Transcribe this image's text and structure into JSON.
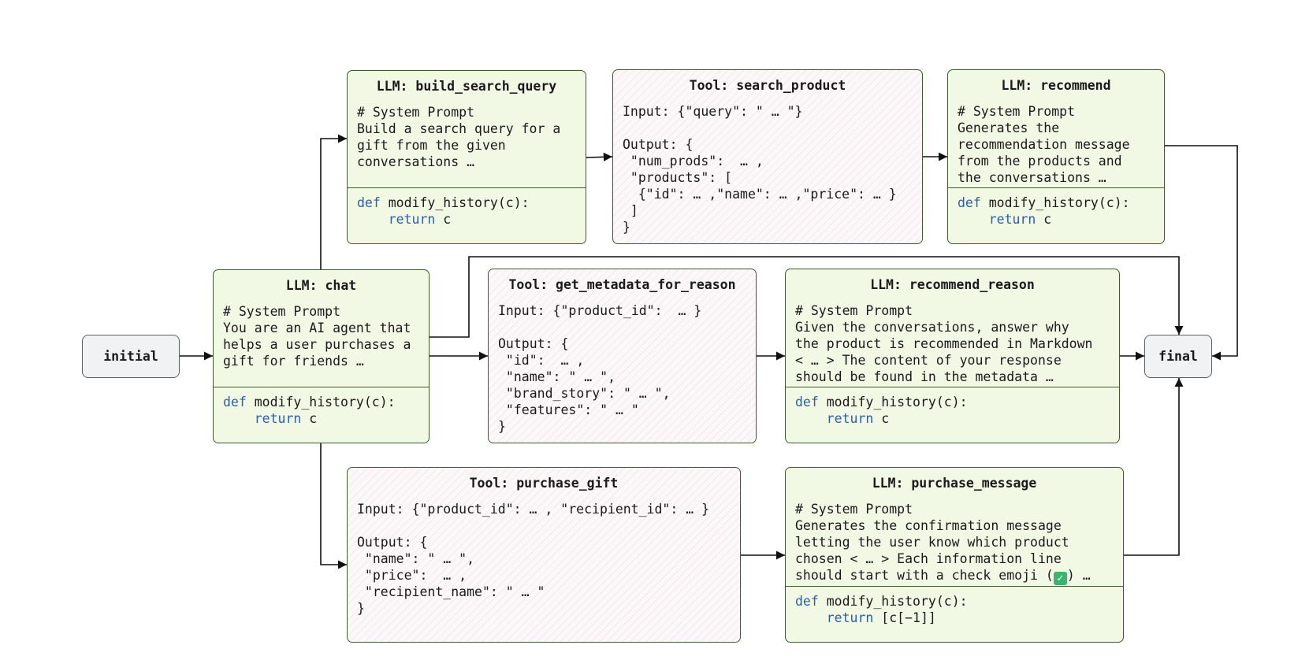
{
  "initial": "initial",
  "final": "final",
  "chat": {
    "title": "LLM: chat",
    "prompt_header": "# System Prompt",
    "prompt_lines": [
      "You are an AI agent that",
      "helps a user purchases a",
      "gift for friends …"
    ],
    "code_def": "def",
    "code_sig": " modify_history(c):",
    "code_return": "return",
    "code_value": " c"
  },
  "build_search_query": {
    "title": "LLM: build_search_query",
    "prompt_header": "# System Prompt",
    "prompt_lines": [
      "Build a search query for a",
      "gift from the given",
      "conversations …"
    ],
    "code_def": "def",
    "code_sig": " modify_history(c):",
    "code_return": "return",
    "code_value": " c"
  },
  "search_product": {
    "title": "Tool: search_product",
    "lines": [
      "Input: {\"query\": \" … \"}",
      "",
      "Output: {",
      " \"num_prods\":  … ,",
      " \"products\": [",
      "  {\"id\": … ,\"name\": … ,\"price\": … }",
      " ]",
      "}"
    ]
  },
  "recommend": {
    "title": "LLM: recommend",
    "prompt_header": "# System Prompt",
    "prompt_lines": [
      "Generates the",
      "recommendation message",
      "from the products and",
      "the conversations …"
    ],
    "code_def": "def",
    "code_sig": " modify_history(c):",
    "code_return": "return",
    "code_value": " c"
  },
  "get_metadata": {
    "title": "Tool: get_metadata_for_reason",
    "lines": [
      "Input: {\"product_id\":  … }",
      "",
      "Output: {",
      " \"id\":  … ,",
      " \"name\": \" … \",",
      " \"brand_story\": \" … \",",
      " \"features\": \" … \"",
      "}"
    ]
  },
  "recommend_reason": {
    "title": "LLM: recommend_reason",
    "prompt_header": "# System Prompt",
    "prompt_lines": [
      "Given the conversations, answer why",
      "the product is recommended in Markdown",
      "< … > The content of your response",
      "should be found in the metadata …"
    ],
    "code_def": "def",
    "code_sig": " modify_history(c):",
    "code_return": "return",
    "code_value": " c"
  },
  "purchase_gift": {
    "title": "Tool: purchase_gift",
    "lines": [
      "Input: {\"product_id\": … , \"recipient_id\": … }",
      "",
      "Output: {",
      " \"name\": \" … \",",
      " \"price\":  … ,",
      " \"recipient_name\": \" … \"",
      "}"
    ]
  },
  "purchase_message": {
    "title": "LLM: purchase_message",
    "prompt_header": "# System Prompt",
    "prompt_lines": [
      "Generates the confirmation message",
      "letting the user know which product",
      "chosen < … > Each information line"
    ],
    "prompt_last_before": "should start with a check emoji (",
    "emoji_glyph": "✓",
    "prompt_last_after": ") …",
    "code_def": "def",
    "code_sig": " modify_history(c):",
    "code_return": "return",
    "code_value": " [c[−1]]"
  }
}
